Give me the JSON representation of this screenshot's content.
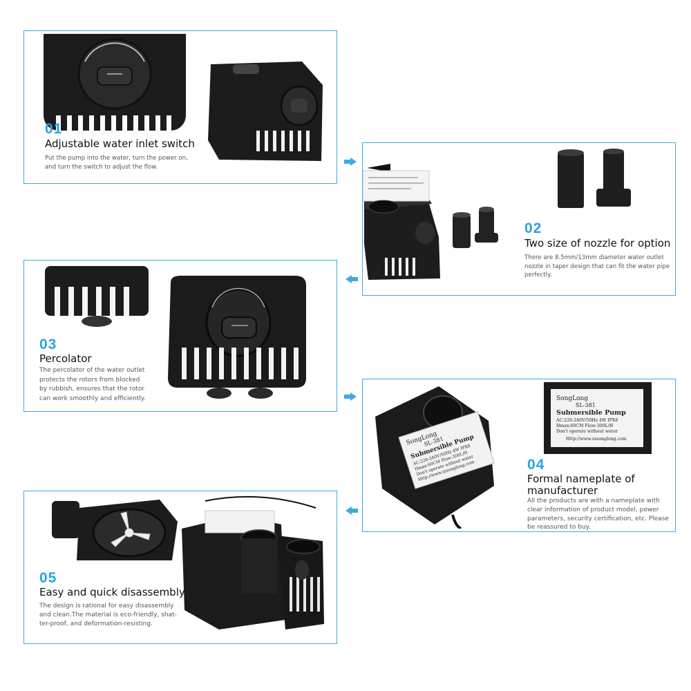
{
  "sections": [
    {
      "number": "01",
      "title": "Adjustable water inlet switch",
      "description_lines": [
        "Put the pump into the water, turn the power on,",
        "and turn the switch to adjust the flow."
      ]
    },
    {
      "number": "02",
      "title": "Two size of nozzle for option",
      "description_lines": [
        "There are 8.5mm/13mm diameter water outlet",
        "nozzle in taper design that can fit the water pipe",
        "perfectly."
      ]
    },
    {
      "number": "03",
      "title": "Percolator",
      "description_lines": [
        "The percolator of the water outlet",
        "protects the rotors  from  blocked",
        "by rubbish,  ensures that the rotor",
        "can work smoothly and efficiently."
      ]
    },
    {
      "number": "04",
      "title_lines": [
        "Formal nameplate of",
        "manufacturer"
      ],
      "description_lines": [
        "All the products are with a  nameplate  with",
        "clear  information of product model,  power",
        "parameters, security certification, etc. Please",
        "be reassured to buy."
      ]
    },
    {
      "number": "05",
      "title": "Easy and quick disassembly",
      "description_lines": [
        "The design is rational for easy disassembly",
        "and clean.The material is eco-friendly, shat-",
        "ter-proof, and deformation-resisting."
      ]
    }
  ],
  "nameplate": {
    "brand": "SongLong",
    "model": "SL-381",
    "product": "Submersible Pump",
    "specs": "AC:220-240V/50Hz 4W  IPX8",
    "hmax": "Hmax:60CM  Flow:300L/H",
    "warning": "Don't operate without water",
    "url": "Http://www.zssonglong.com"
  },
  "colors": {
    "accent": "#2aa4e0",
    "border": "#3fa9e0",
    "pump": "#1c1c1c"
  }
}
